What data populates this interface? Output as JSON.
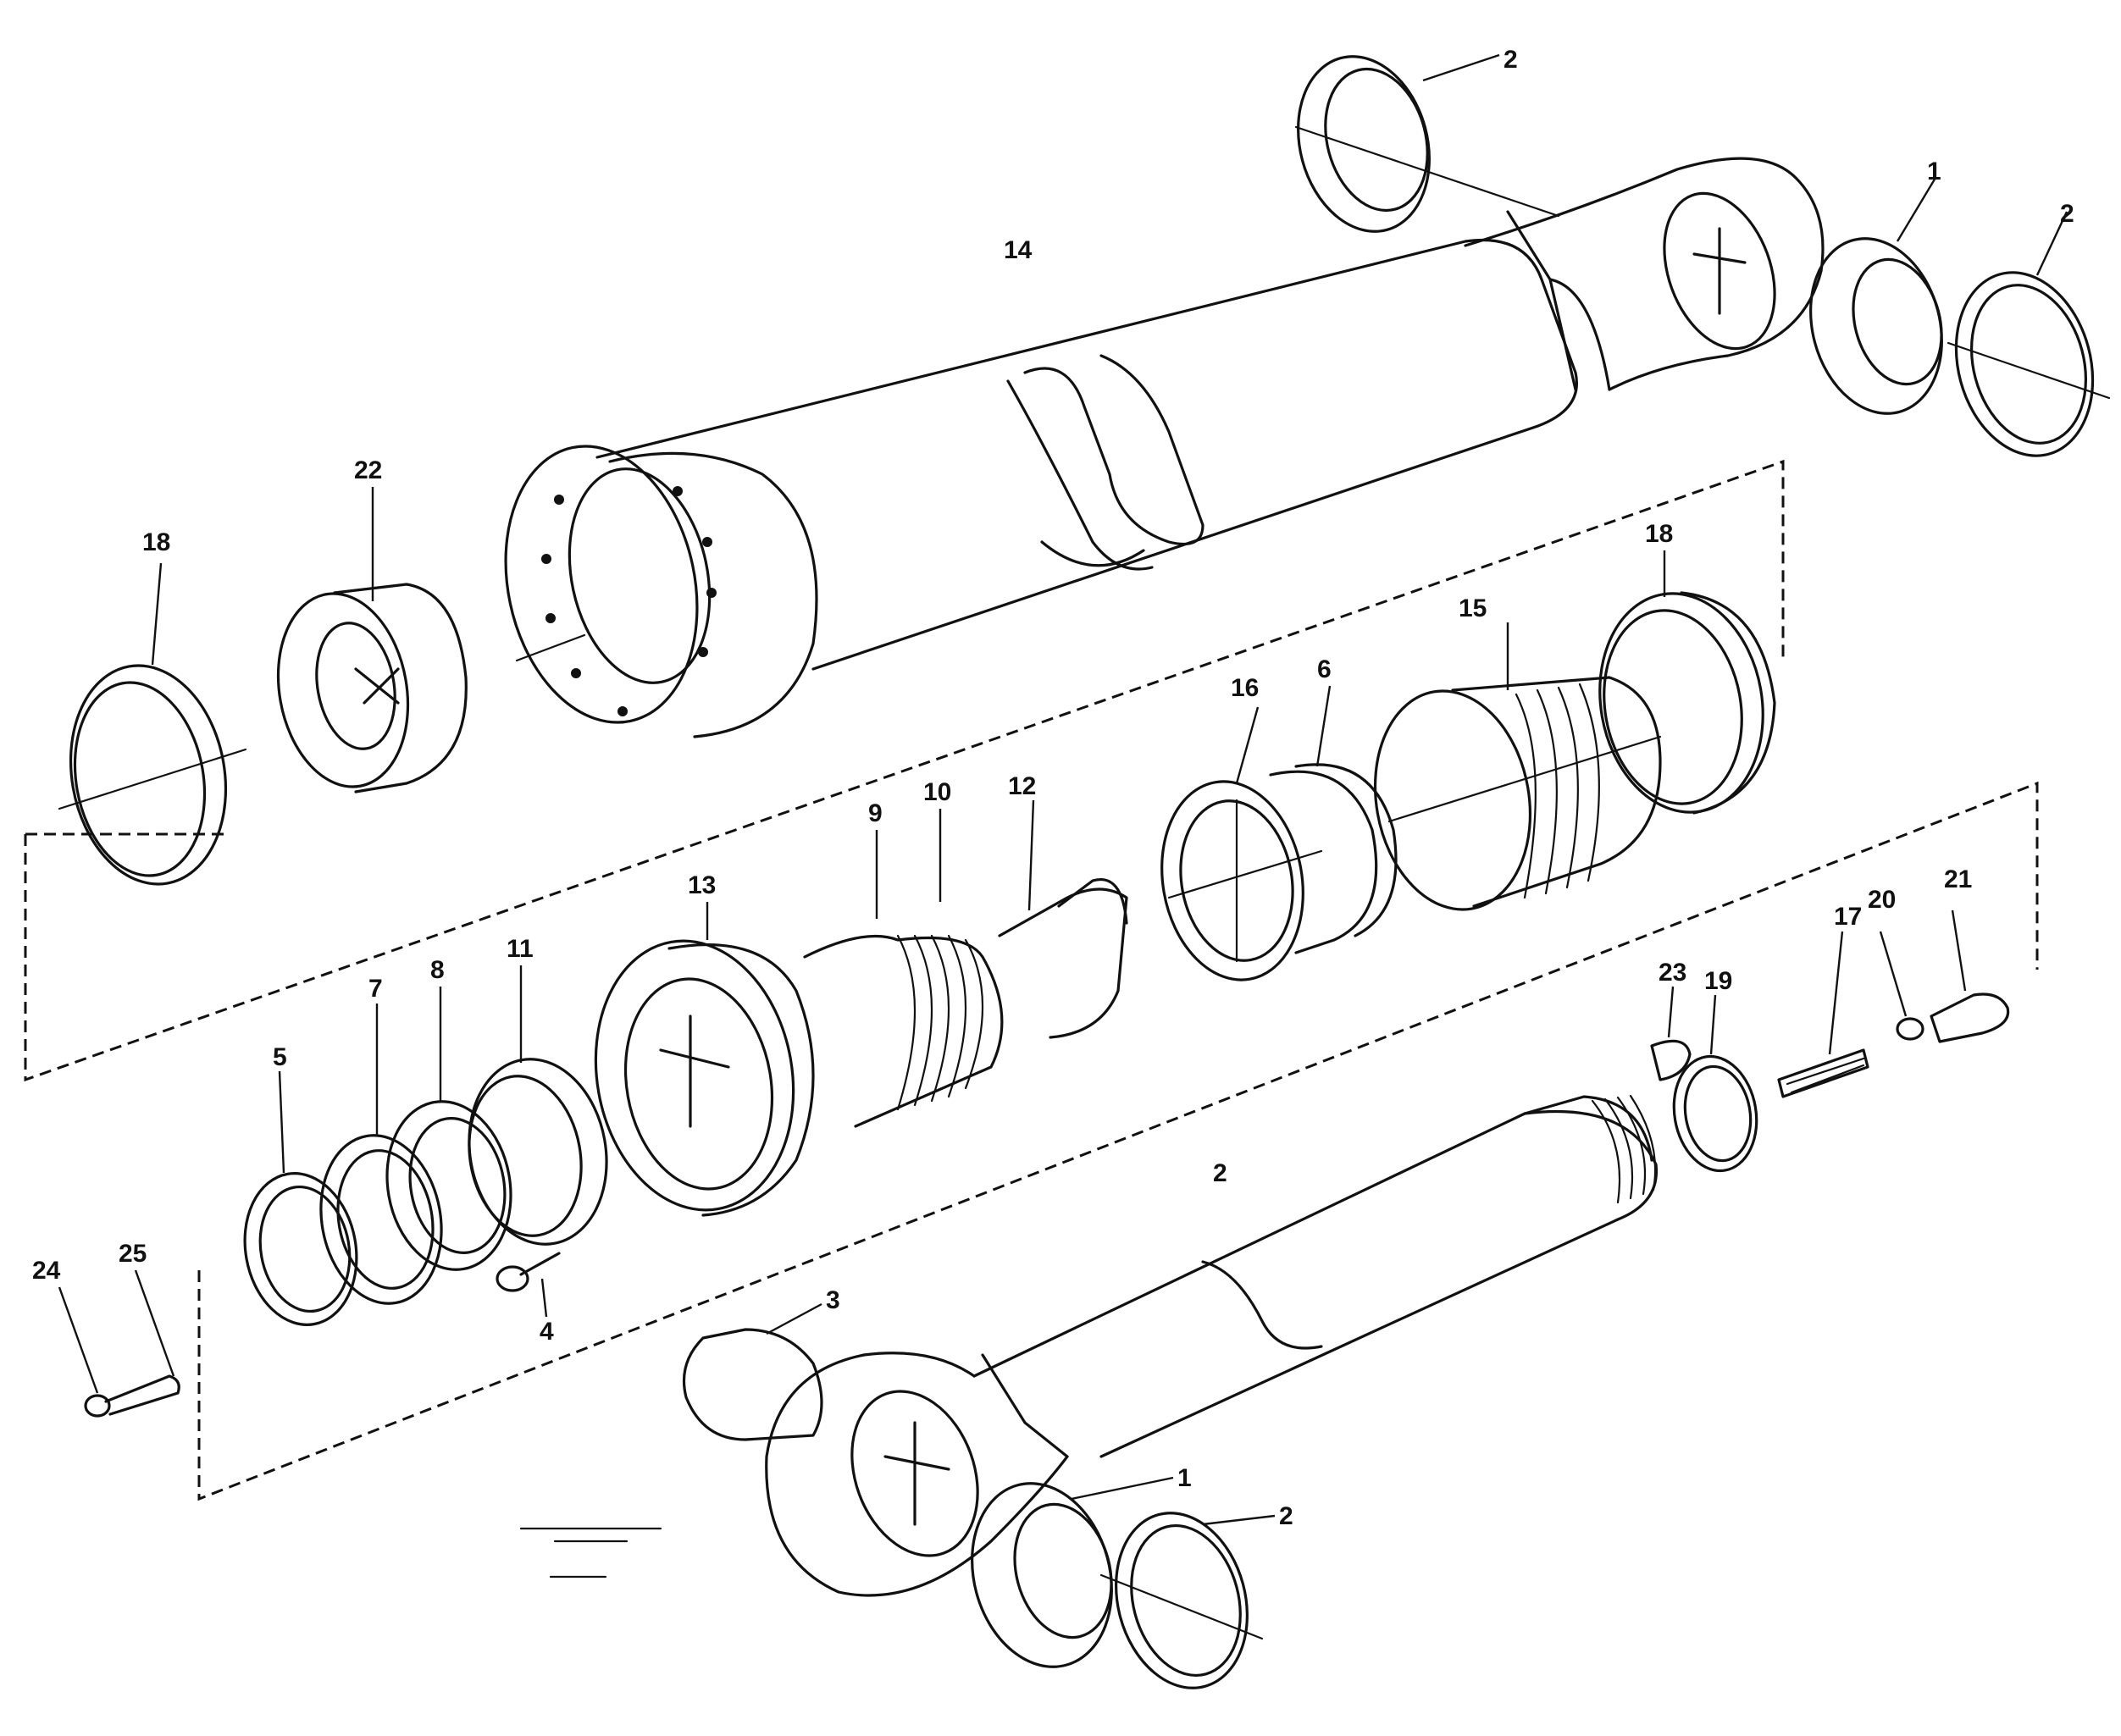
{
  "callouts": [
    {
      "id": "c-2-top",
      "label": "2"
    },
    {
      "id": "c-1-top",
      "label": "1"
    },
    {
      "id": "c-2-topright",
      "label": "2"
    },
    {
      "id": "c-14",
      "label": "14"
    },
    {
      "id": "c-22",
      "label": "22"
    },
    {
      "id": "c-18-left",
      "label": "18"
    },
    {
      "id": "c-18-right",
      "label": "18"
    },
    {
      "id": "c-15",
      "label": "15"
    },
    {
      "id": "c-16",
      "label": "16"
    },
    {
      "id": "c-6",
      "label": "6"
    },
    {
      "id": "c-12",
      "label": "12"
    },
    {
      "id": "c-10",
      "label": "10"
    },
    {
      "id": "c-9",
      "label": "9"
    },
    {
      "id": "c-13",
      "label": "13"
    },
    {
      "id": "c-11",
      "label": "11"
    },
    {
      "id": "c-8",
      "label": "8"
    },
    {
      "id": "c-7",
      "label": "7"
    },
    {
      "id": "c-5",
      "label": "5"
    },
    {
      "id": "c-4",
      "label": "4"
    },
    {
      "id": "c-3",
      "label": "3"
    },
    {
      "id": "c-2-mid",
      "label": "2"
    },
    {
      "id": "c-1-bottom",
      "label": "1"
    },
    {
      "id": "c-2-bottom",
      "label": "2"
    },
    {
      "id": "c-23",
      "label": "23"
    },
    {
      "id": "c-19",
      "label": "19"
    },
    {
      "id": "c-17",
      "label": "17"
    },
    {
      "id": "c-20",
      "label": "20"
    },
    {
      "id": "c-21",
      "label": "21"
    },
    {
      "id": "c-24",
      "label": "24"
    },
    {
      "id": "c-25",
      "label": "25"
    }
  ],
  "stamp": {
    "line1": "",
    "line2": ""
  }
}
